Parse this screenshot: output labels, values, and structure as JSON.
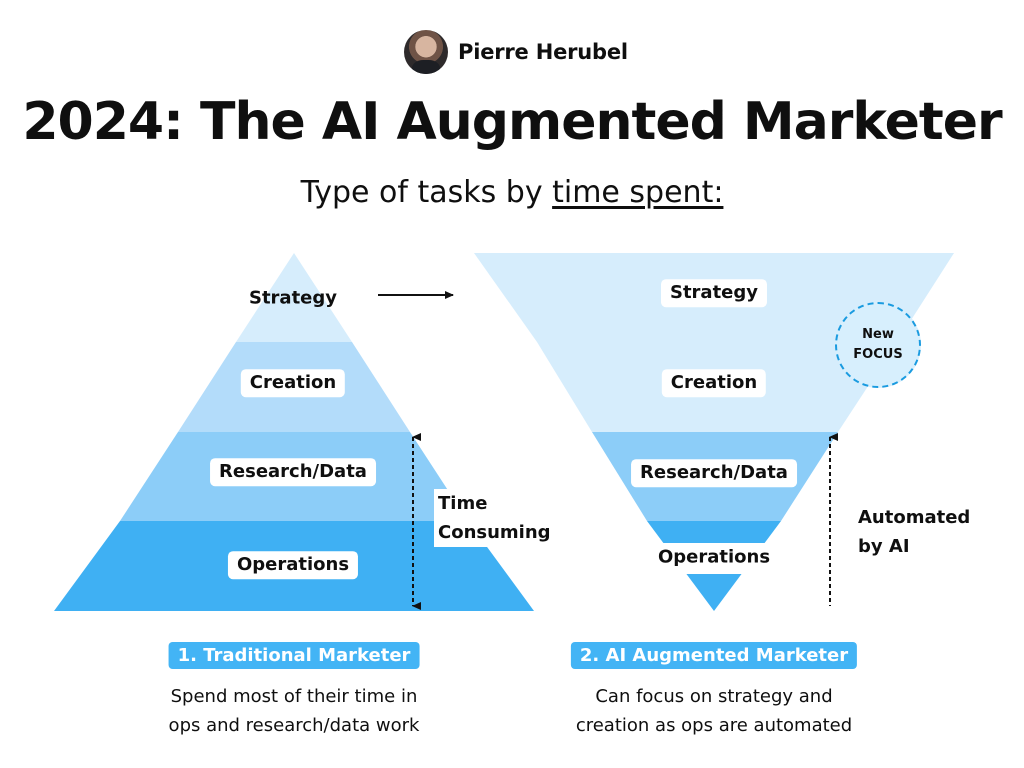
{
  "author": {
    "name": "Pierre Herubel",
    "avatar_icon": "portrait-avatar-icon"
  },
  "title": "2024: The AI Augmented Marketer",
  "subtitle": {
    "prefix": "Type of tasks by ",
    "underlined": "time spent:"
  },
  "left": {
    "layers": [
      "Strategy",
      "Creation",
      "Research/Data",
      "Operations"
    ],
    "annotation": [
      "Time",
      "Consuming"
    ],
    "pill": "1. Traditional Marketer",
    "description": [
      "Spend most of their time in",
      "ops and research/data work"
    ]
  },
  "right": {
    "layers": [
      "Strategy",
      "Creation",
      "Research/Data",
      "Operations"
    ],
    "annotation": [
      "Automated",
      "by AI"
    ],
    "focus_badge": [
      "New",
      "FOCUS"
    ],
    "pill": "2. AI Augmented Marketer",
    "description": [
      "Can focus on strategy and",
      "creation as ops are automated"
    ]
  },
  "colors": {
    "layer1": "#d6edfc",
    "layer2": "#b3dcfa",
    "layer3": "#8ccdf8",
    "layer4": "#3fb0f3",
    "accent": "#43b4f5",
    "badge_border": "#1a9be0"
  }
}
